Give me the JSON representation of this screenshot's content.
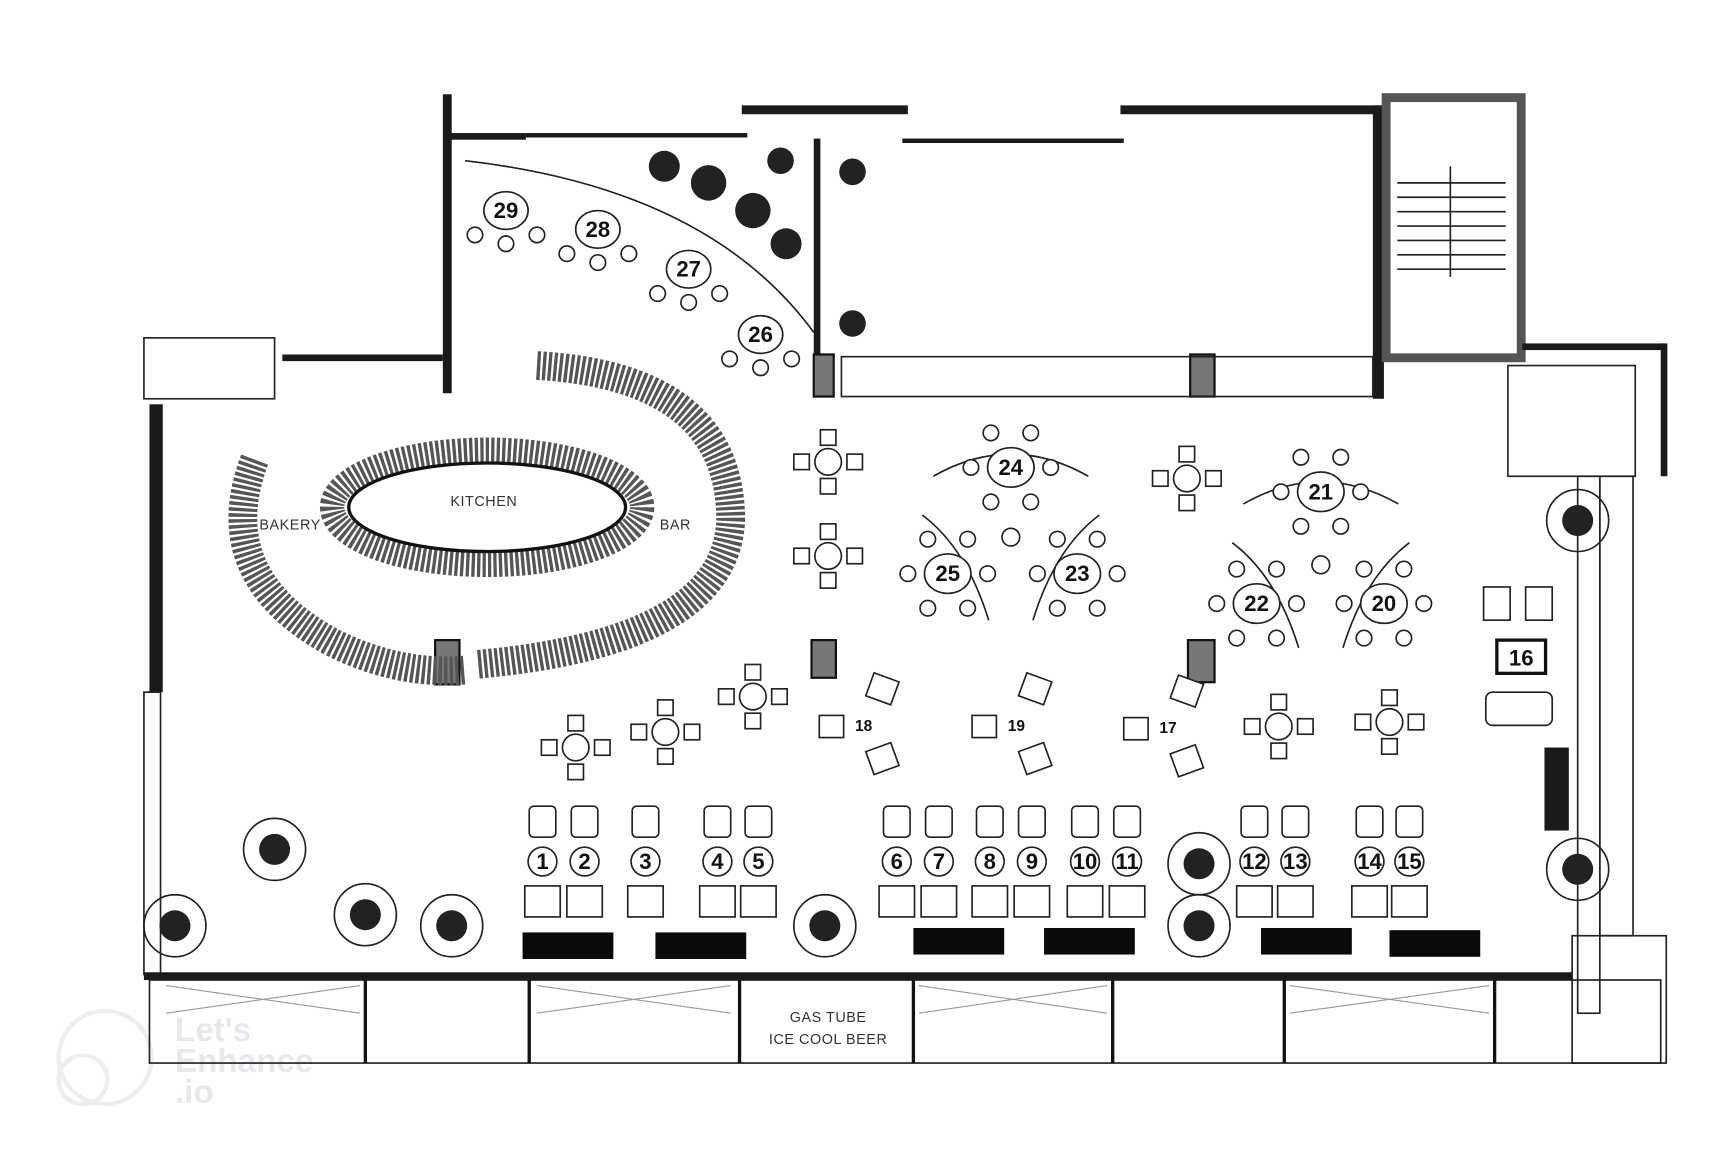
{
  "plan": {
    "rooms": {
      "kitchen": "KITCHEN",
      "bakery": "BAKERY",
      "bar": "BAR",
      "gas_tube": "GAS TUBE",
      "ice_cool_beer": "ICE COOL BEER"
    },
    "terrace_tables": [
      "29",
      "28",
      "27",
      "26"
    ],
    "cluster_tables": [
      "24",
      "25",
      "23",
      "21",
      "22",
      "20"
    ],
    "lounge_tables": [
      "18",
      "19",
      "17"
    ],
    "booth_tables": [
      "1",
      "2",
      "3",
      "4",
      "5",
      "6",
      "7",
      "8",
      "9",
      "10",
      "11",
      "12",
      "13",
      "14",
      "15"
    ],
    "boxed_table": "16"
  },
  "watermark": {
    "line1": "Let's",
    "line2": "Enhance",
    "line3": ".io"
  }
}
